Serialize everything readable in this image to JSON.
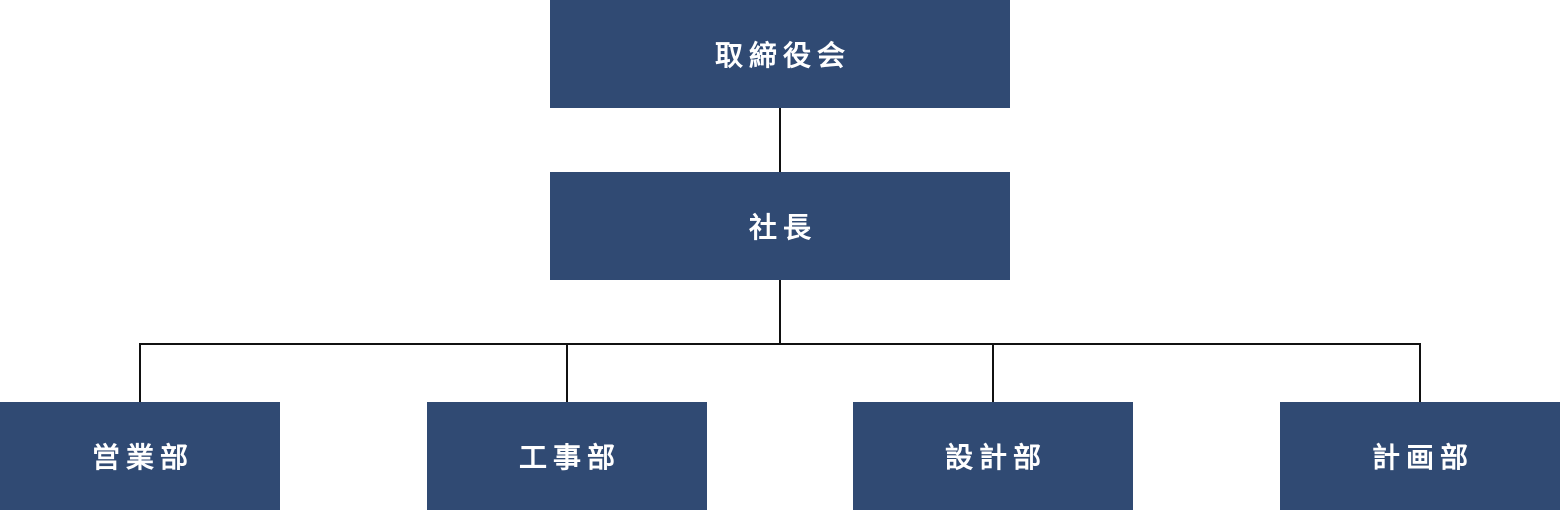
{
  "org_chart": {
    "board": {
      "label": "取締役会"
    },
    "president": {
      "label": "社長"
    },
    "departments": [
      {
        "label": "営業部"
      },
      {
        "label": "工事部"
      },
      {
        "label": "設計部"
      },
      {
        "label": "計画部"
      }
    ]
  },
  "colors": {
    "box_fill": "#304a73",
    "box_text": "#ffffff",
    "connector": "#111111",
    "background": "#ffffff"
  }
}
